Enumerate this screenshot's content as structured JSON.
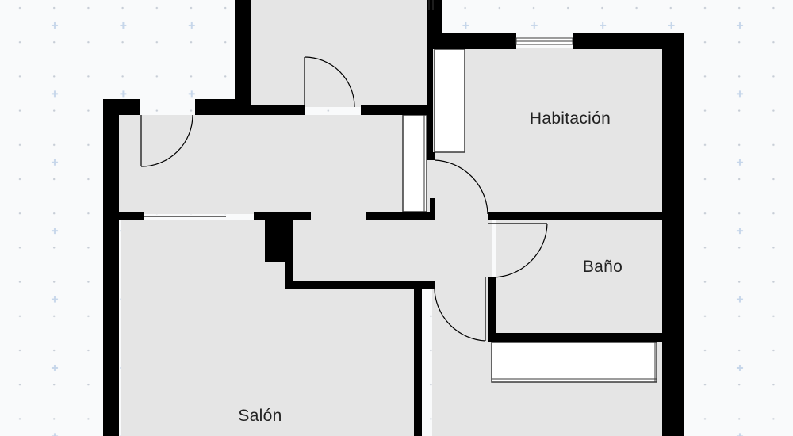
{
  "colors": {
    "background": "#f9fafb",
    "dot": "#c7cdd6",
    "cross": "#c6d6ea",
    "floor": "#e5e5e5",
    "wall": "#000000",
    "fixture": "#ffffff",
    "text": "#222222"
  },
  "rooms": {
    "bedroom": "Habitación",
    "bathroom": "Baño",
    "living_room": "Salón"
  }
}
